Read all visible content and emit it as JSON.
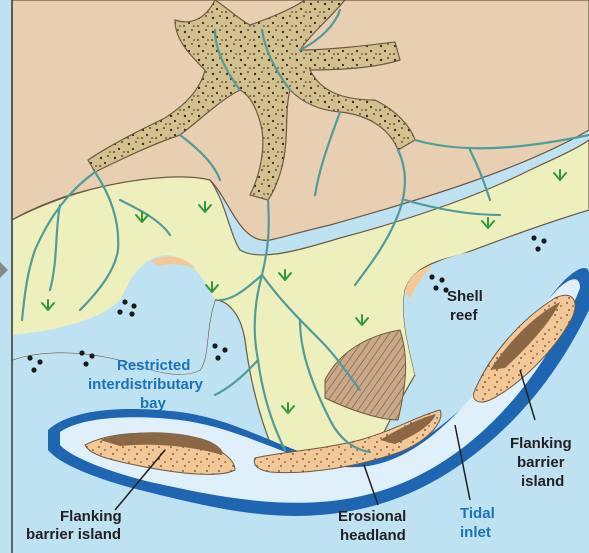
{
  "labels": {
    "shell_reef_1": "Shell",
    "shell_reef_2": "reef",
    "bay_1": "Restricted",
    "bay_2": "interdistributary",
    "bay_3": "bay",
    "flank_right_1": "Flanking",
    "flank_right_2": "barrier",
    "flank_right_3": "island",
    "flank_left_1": "Flanking",
    "flank_left_2": "barrier island",
    "erosional_1": "Erosional",
    "erosional_2": "headland",
    "tidal_1": "Tidal",
    "tidal_2": "inlet"
  },
  "colors": {
    "upland": "#e8cfb2",
    "marsh": "#edf0bd",
    "bay_water": "#bfe2f3",
    "lagoon_water": "#dff0fa",
    "barrier_edge": "#1f66b2",
    "channel": "#4f9c9a",
    "sand": "#f3c796",
    "mud": "#8a6846",
    "river_fill": "#d2c08e",
    "label_dark": "#231f20",
    "label_blue": "#1a73b8"
  }
}
